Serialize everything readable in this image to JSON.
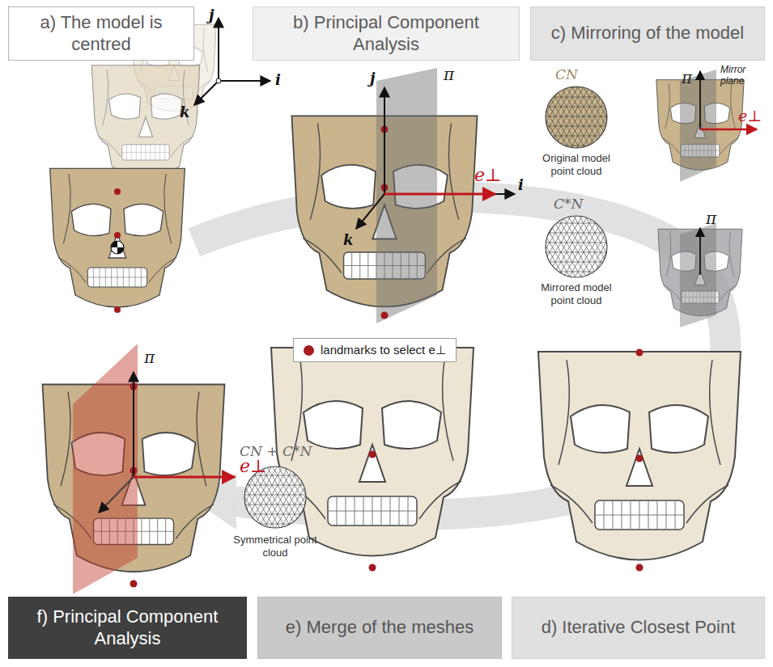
{
  "diagram": {
    "nodes": [
      {
        "text": [
          "a) The model is centred"
        ]
      },
      {
        "text": [
          "b) Principal Component Analysis"
        ]
      },
      {
        "text": [
          "c) Mirroring of the model"
        ]
      },
      {
        "text": [
          "d) Iterative Closest Point"
        ]
      },
      {
        "text": [
          "e) Merge of the meshes"
        ]
      },
      {
        "text": [
          "f) Principal Component Analysis"
        ]
      }
    ],
    "labels": [
      "j",
      "i",
      "k",
      "j",
      "π",
      "i",
      "k",
      "e⊥",
      "CN",
      "Original model point cloud",
      "π",
      "Mirror plane",
      "e⊥",
      "C*N",
      "Mirrored model point cloud",
      "π",
      "CN + C*N",
      "Symmetrical point cloud",
      "π",
      "e⊥"
    ],
    "legend": [
      {
        "text": "landmarks to select e⊥",
        "color": "#a31a1f"
      }
    ]
  }
}
